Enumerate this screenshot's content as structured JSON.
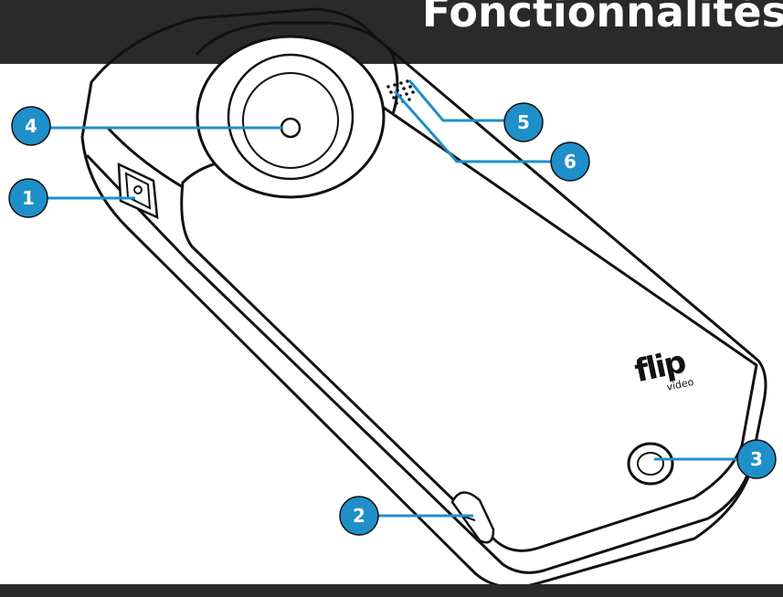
{
  "header": {
    "title": "Fonctionnalités"
  },
  "logo": {
    "text": "flip video"
  },
  "colors": {
    "accent": "#1e8fc9",
    "header_bg": "#2a2a2a",
    "outline": "#111111"
  },
  "callouts": [
    {
      "number": "1"
    },
    {
      "number": "2"
    },
    {
      "number": "3"
    },
    {
      "number": "4"
    },
    {
      "number": "5"
    },
    {
      "number": "6"
    }
  ]
}
